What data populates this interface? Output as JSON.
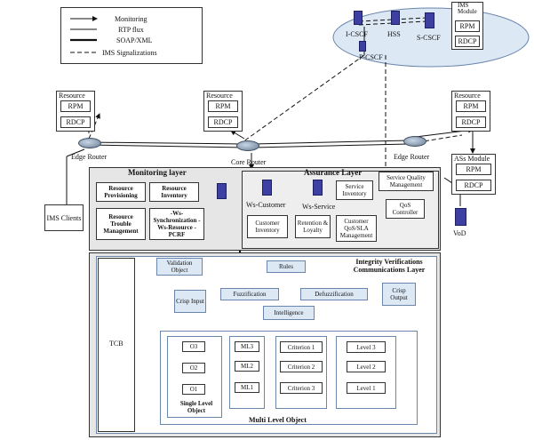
{
  "legend": {
    "monitoring": "Monitoring",
    "rtp": "RTP flux",
    "soap": "SOAP/XML",
    "ims_sig": "IMS Signalizations"
  },
  "ims": {
    "icscf": "I-CSCF",
    "hss": "HSS",
    "scscf": "S-CSCF",
    "pcscf": "P-CSCF",
    "module_title": "IMS Module",
    "rpm": "RPM",
    "rdcp": "RDCP"
  },
  "resources": {
    "left": {
      "title": "Resource",
      "rpm": "RPM",
      "rdcp": "RDCP"
    },
    "center": {
      "title": "Resource",
      "rpm": "RPM",
      "rdcp": "RDCP"
    },
    "right": {
      "title": "Resource",
      "rpm": "RPM",
      "rdcp": "RDCP"
    },
    "as_module": {
      "title": "ASs Module",
      "rpm": "RPM",
      "rdcp": "RDCP"
    }
  },
  "routers": {
    "edge_left": "Edge Router",
    "core": "Core Router",
    "edge_right": "Edge Router"
  },
  "clients": {
    "ims": "IMS Clients",
    "vod": "VoD"
  },
  "monitoring_layer": {
    "title": "Monitoring layer",
    "provisioning": "Resource Provisioning",
    "inventory": "Resource Inventory",
    "trouble": "Resource Trouble Management",
    "ws_list": "-Ws-Synchronization -Ws-Resource -PCRF"
  },
  "assurance_layer": {
    "title": "Assurance Layer",
    "ws_customer": "Ws-Customer",
    "ws_service": "Ws-Service",
    "service_inventory": "Service Inventory",
    "sq_management": "Service Quality Management",
    "qos_controller": "QoS Controller",
    "customer_inventory": "Customer Inventory",
    "retention": "Retention & Loyalty",
    "customer_qos": "Customer QoS/SLA Management"
  },
  "ivc_layer": {
    "title": "Integrity Verifications Communications Layer",
    "tcb": "TCB",
    "validation": "Validation Object",
    "rules": "Rules",
    "crisp_input": "Crisp Input",
    "fuzzification": "Fuzzification",
    "defuzzification": "Defuzzification",
    "crisp_output": "Crisp Output",
    "intelligence": "Intelligence",
    "objects": [
      "O3",
      "O2",
      "O1"
    ],
    "single_level": "Single Level Object",
    "ml": [
      "ML3",
      "ML2",
      "ML1"
    ],
    "criteria": [
      "Criterion 1",
      "Criterion 2",
      "Criterion 3"
    ],
    "levels": [
      "Level 3",
      "Level 2",
      "Level 1"
    ],
    "multi_level": "Multi Level Object"
  }
}
